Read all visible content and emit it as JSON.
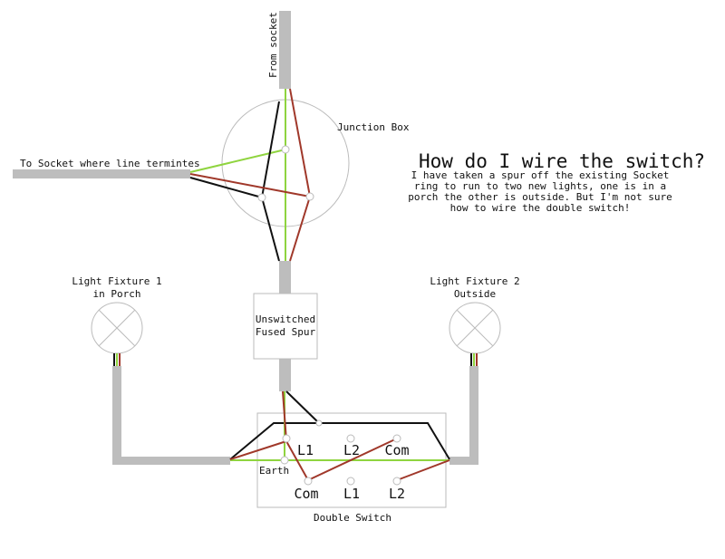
{
  "title": "How do I wire the switch?",
  "description": [
    "I have taken a spur off the existing Socket",
    "ring to run to two new lights, one is in a",
    "porch the other is outside. But I'm not sure",
    "how to wire the double switch!"
  ],
  "labels": {
    "from_socket": "From socket",
    "to_socket": "To Socket where line termintes",
    "junction_box": "Junction Box",
    "fixture1_line1": "Light Fixture 1",
    "fixture1_line2": "in Porch",
    "fixture2_line1": "Light Fixture 2",
    "fixture2_line2": "Outside",
    "spur_line1": "Unswitched",
    "spur_line2": "Fused Spur",
    "earth": "Earth",
    "double_switch": "Double Switch"
  },
  "switch_terminals": {
    "top": [
      "L1",
      "L2",
      "Com"
    ],
    "bottom": [
      "Com",
      "L1",
      "L2"
    ]
  },
  "colors": {
    "earth": "#8fd43f",
    "live": "#a0382a",
    "neutral": "#111111",
    "cable": "#bdbdbd",
    "outline": "#bbbbbb"
  }
}
